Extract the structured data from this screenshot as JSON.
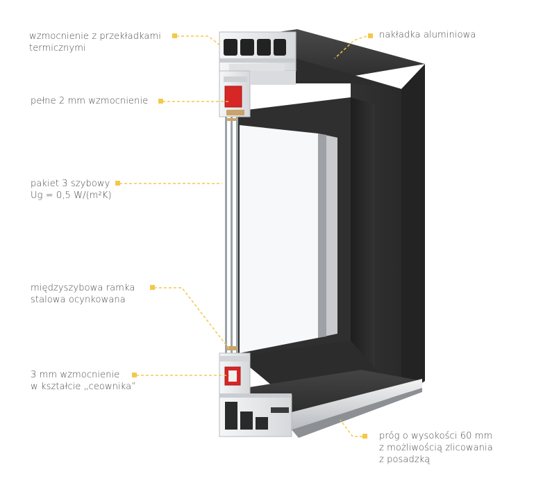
{
  "accent_color": "#f2c94c",
  "frame_color": "#2b2b2b",
  "profile_color": "#e9eaec",
  "reinforcement_color": "#d72626",
  "glass_color": "#f7f8f9",
  "labels": {
    "thermal": {
      "line1": "wzmocnienie z przekładkami",
      "line2": "termicznymi"
    },
    "aluminium": {
      "line1": "nakładka aluminiowa"
    },
    "reinforce2mm": {
      "line1": "pełne 2 mm wzmocnienie"
    },
    "glazing": {
      "line1": "pakiet 3 szybowy",
      "line2": "Ug = 0,5 W/(m²K)"
    },
    "spacer": {
      "line1": "międzyszybowa ramka",
      "line2": "stalowa ocynkowana"
    },
    "reinforce3mm": {
      "line1": "3 mm wzmocnienie",
      "line2": "w kształcie „ceownika”"
    },
    "threshold": {
      "line1": "próg o wysokości 60 mm",
      "line2": "z możliwością zlicowania",
      "line3": "z posadzką"
    }
  }
}
